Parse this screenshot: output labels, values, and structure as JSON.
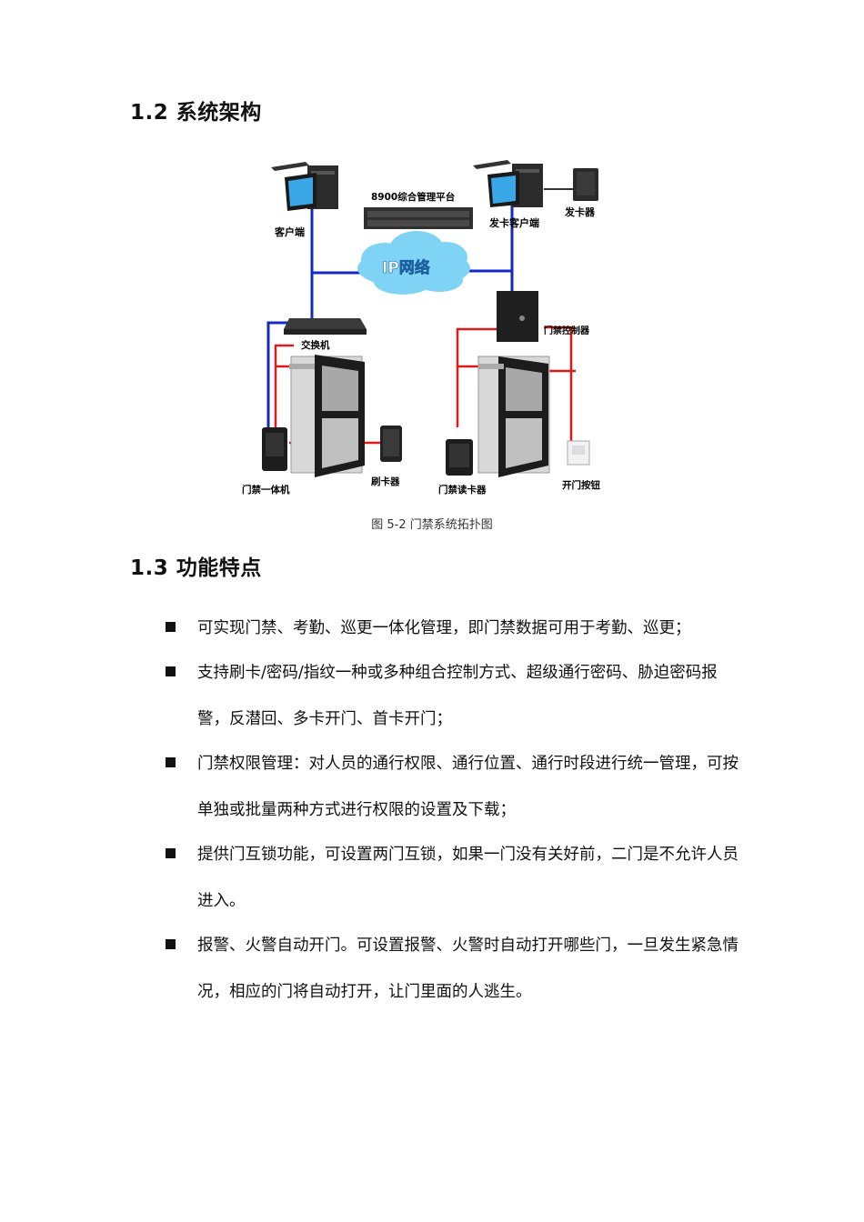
{
  "section_12": {
    "title": "1.2  系统架构"
  },
  "diagram": {
    "labels": {
      "platform": "8900综合管理平台",
      "client": "客户端",
      "card_client": "发卡客户端",
      "card_issuer": "发卡器",
      "network": "IP网络",
      "switch": "交换机",
      "controller": "门禁控制器",
      "all_in_one": "门禁一体机",
      "swipe_reader": "刷卡器",
      "reader": "门禁读卡器",
      "exit_button": "开门按钮"
    },
    "colors": {
      "network_line": "#1428c8",
      "door_line": "#e01818",
      "cloud": "#7fd3f4"
    }
  },
  "caption": "图 5-2  门禁系统拓扑图",
  "section_13": {
    "title": "1.3  功能特点"
  },
  "features": [
    "可实现门禁、考勤、巡更一体化管理，即门禁数据可用于考勤、巡更；",
    "支持刷卡/密码/指纹一种或多种组合控制方式、超级通行密码、胁迫密码报警，反潜回、多卡开门、首卡开门；",
    "门禁权限管理：对人员的通行权限、通行位置、通行时段进行统一管理，可按单独或批量两种方式进行权限的设置及下载；",
    "提供门互锁功能，可设置两门互锁，如果一门没有关好前，二门是不允许人员进入。",
    "报警、火警自动开门。可设置报警、火警时自动打开哪些门，一旦发生紧急情况，相应的门将自动打开，让门里面的人逃生。"
  ]
}
